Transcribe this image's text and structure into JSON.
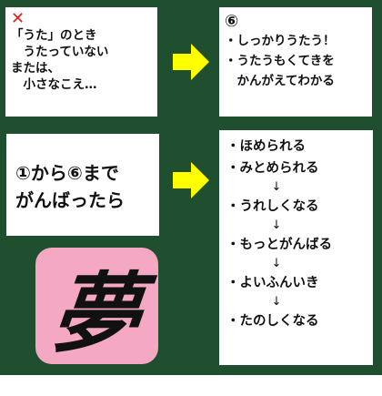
{
  "top_left": {
    "mark": "✕",
    "lines": [
      "「うた」のとき",
      "　うたっていない",
      "または、",
      "　小さなこえ…"
    ]
  },
  "top_right": {
    "number": "⑥",
    "lines": [
      "・しっかりうたう！",
      "・うたうもくてきを",
      "　かんがえてわかる"
    ]
  },
  "mid_left": {
    "lines": [
      "①から⑥まで",
      "がんばったら"
    ]
  },
  "list": {
    "items": [
      "・ほめられる",
      "・みとめられる",
      "・うれしくなる",
      "・もっとがんばる",
      "・よいふんいき",
      "・たのしくなる"
    ],
    "arrow": "↓"
  },
  "kanji": {
    "character": "夢"
  },
  "colors": {
    "board": "#1f4f2f",
    "arrow": "#ffff00",
    "pink": "#f5a8c4",
    "mark": "#e02020"
  }
}
